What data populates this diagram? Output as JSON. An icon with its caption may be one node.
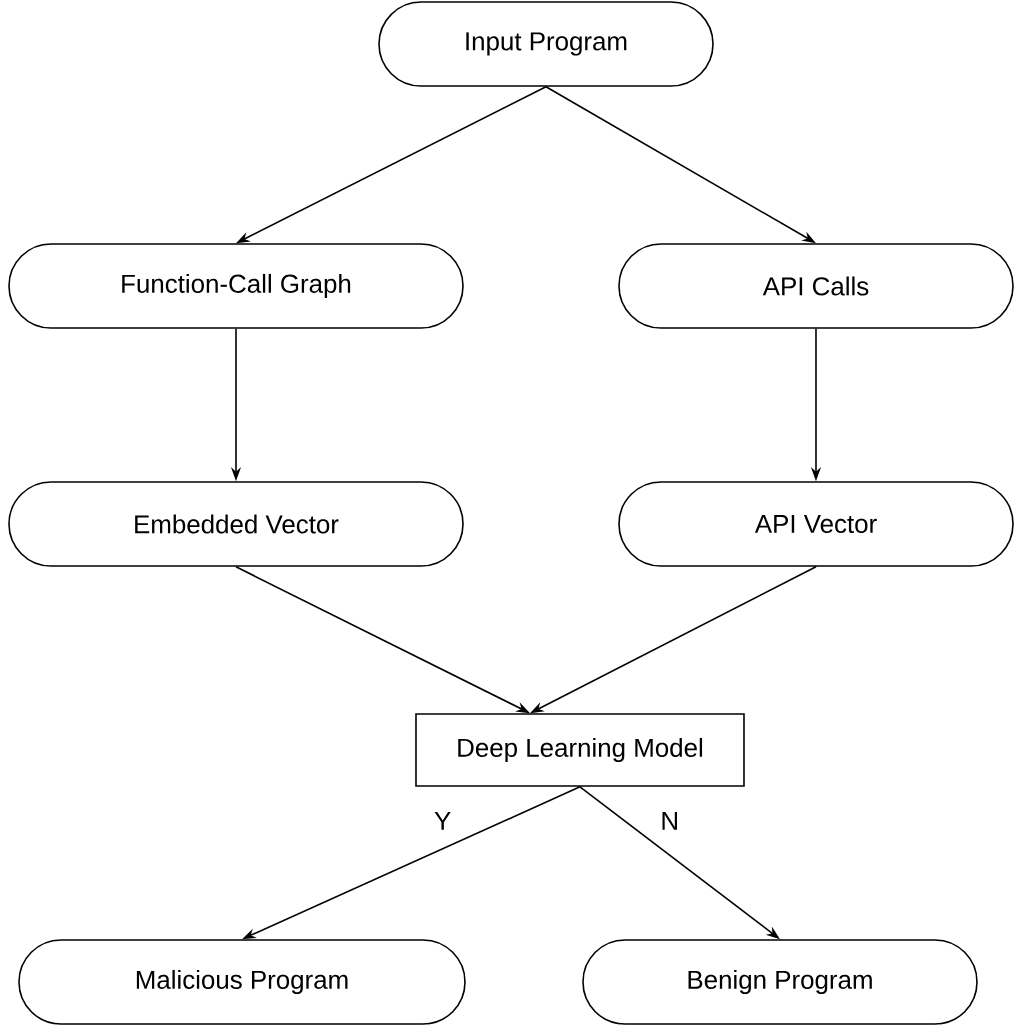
{
  "diagram": {
    "nodes": [
      {
        "text": [
          "Input Program"
        ]
      },
      {
        "text": [
          "Function-Call Graph"
        ]
      },
      {
        "text": [
          "API Calls"
        ]
      },
      {
        "text": [
          "Embedded Vector"
        ]
      },
      {
        "text": [
          "API Vector"
        ]
      },
      {
        "text": [
          "Deep Learning Model"
        ]
      },
      {
        "text": [
          "Malicious Program"
        ]
      },
      {
        "text": [
          "Benign Program"
        ]
      }
    ],
    "edges": [
      {
        "from": 0,
        "to": 1,
        "arrow": "to"
      },
      {
        "from": 0,
        "to": 2,
        "arrow": "to"
      },
      {
        "from": 1,
        "to": 3,
        "arrow": "to"
      },
      {
        "from": 2,
        "to": 4,
        "arrow": "to"
      },
      {
        "from": 3,
        "to": 5,
        "arrow": "to"
      },
      {
        "from": 4,
        "to": 5,
        "arrow": "to"
      },
      {
        "from": 5,
        "to": 6,
        "arrow": "to",
        "label": "Y"
      },
      {
        "from": 5,
        "to": 7,
        "arrow": "to",
        "label": "N"
      }
    ]
  }
}
